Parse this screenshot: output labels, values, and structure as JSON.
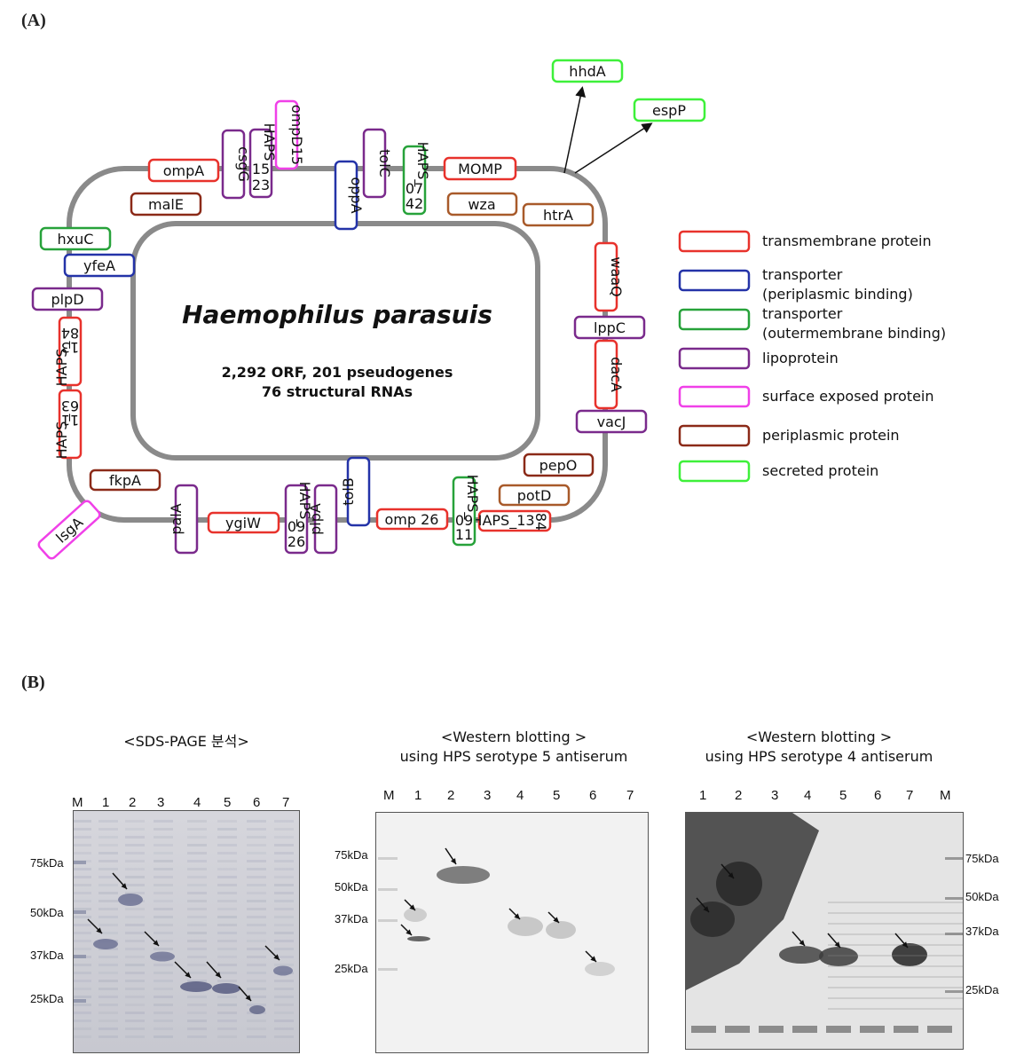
{
  "panel_a_label": "(A)",
  "panel_b_label": "(B)",
  "organism": "Haemophilus parasuis",
  "genome_stats": [
    "2,292 ORF, 201 pseudogenes",
    "76 structural RNAs"
  ],
  "colors": {
    "transmembrane": "#e8322c",
    "transporter_periplasmic": "#2433a8",
    "transporter_outer": "#27a23a",
    "lipoprotein": "#7a2a8c",
    "surface": "#f040e8",
    "periplasmic": "#8b2a18",
    "periplasmic_orange": "#a85a2a",
    "secreted": "#3ef03a",
    "membrane": "#8a8a8a"
  },
  "legend": [
    {
      "label": "transmembrane protein",
      "color_key": "transmembrane"
    },
    {
      "label": "transporter\n(periplasmic binding)",
      "color_key": "transporter_periplasmic"
    },
    {
      "label": "transporter\n(outermembrane binding)",
      "color_key": "transporter_outer"
    },
    {
      "label": "lipoprotein",
      "color_key": "lipoprotein"
    },
    {
      "label": "surface exposed protein",
      "color_key": "surface"
    },
    {
      "label": "periplasmic protein",
      "color_key": "periplasmic"
    },
    {
      "label": "secreted protein",
      "color_key": "secreted"
    }
  ],
  "genes": {
    "hhdA": "hhdA",
    "espP": "espP",
    "ompA": "ompA",
    "csgG": "csgG",
    "haps1523": [
      "HAPS",
      "15",
      "23"
    ],
    "ompD15": "ompD15",
    "oppA": "oppA",
    "tolC": "tolC",
    "haps0742": [
      "HAPS_",
      "07",
      "42"
    ],
    "MOMP": "MOMP",
    "malE": "malE",
    "wza": "wza",
    "htrA": "htrA",
    "hxuC": "hxuC",
    "yfeA": "yfeA",
    "plpD": "plpD",
    "waaQ": "waaQ",
    "haps1384_left": [
      "HAPS_",
      "13",
      "84"
    ],
    "lppC": "lppC",
    "dacA": "dacA",
    "haps1163": [
      "HAPS_",
      "11",
      "63"
    ],
    "vacJ": "vacJ",
    "pepO": "pepO",
    "fkpA": "fkpA",
    "potD": "potD",
    "tolB": "tolB",
    "haps0911": [
      "HAPS_",
      "09",
      "11"
    ],
    "lsgA": "lsgA",
    "palA": "palA",
    "ygiW": "ygiW",
    "haps0926": [
      "HAPS_",
      "09",
      "26"
    ],
    "plpA": "plpA",
    "omp26": "omp 26",
    "haps1384_bottom": [
      "HAPS_13",
      "84"
    ]
  },
  "gels": [
    {
      "title": "<SDS-PAGE 분석>",
      "lanes": [
        "M",
        "1",
        "2",
        "3",
        "4",
        "5",
        "6",
        "7"
      ],
      "markers": [
        "75kDa",
        "50kDa",
        "37kDa",
        "25kDa"
      ]
    },
    {
      "title": "<Western blotting >\nusing HPS serotype 5 antiserum",
      "lanes": [
        "M",
        "1",
        "2",
        "3",
        "4",
        "5",
        "6",
        "7"
      ],
      "markers": [
        "75kDa",
        "50kDa",
        "37kDa",
        "25kDa"
      ]
    },
    {
      "title": "<Western blotting >\nusing HPS serotype 4 antiserum",
      "lanes": [
        "1",
        "2",
        "3",
        "4",
        "5",
        "6",
        "7",
        "M"
      ],
      "markers": [
        "75kDa",
        "50kDa",
        "37kDa",
        "25kDa"
      ]
    }
  ]
}
